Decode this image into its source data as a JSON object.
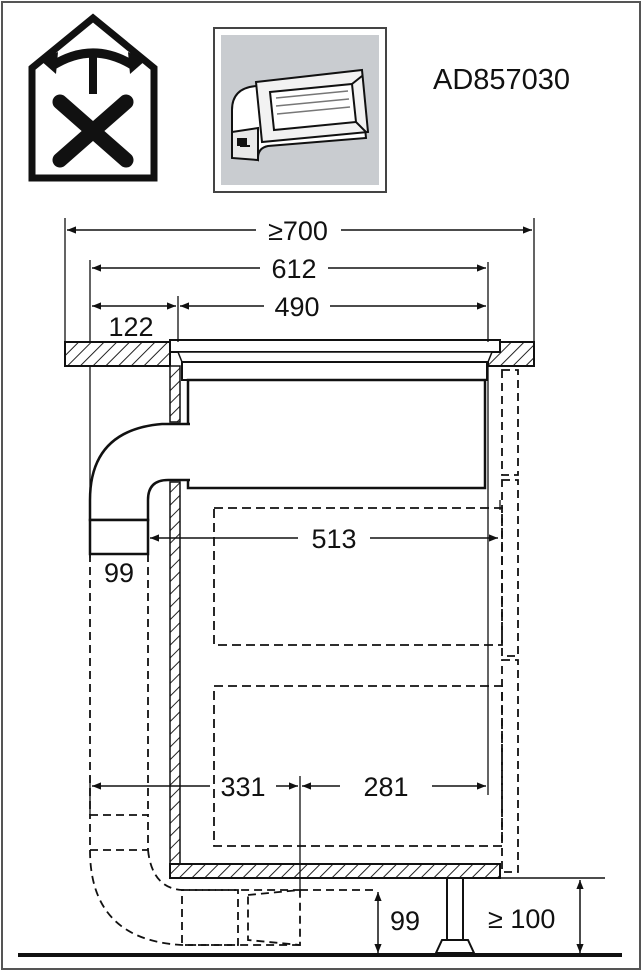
{
  "product_code": "AD857030",
  "dimensions": {
    "total_width": "≥700",
    "cooktop_width": "612",
    "cutout_width": "490",
    "side_offset": "122",
    "duct_width": "99",
    "depth_to_duct": "513",
    "duct_to_mid": "331",
    "mid_to_back": "281",
    "floor_gap": "99",
    "plinth_min": "≥ 100"
  },
  "icons": {
    "left": "house-no-exhaust-recirculation-icon",
    "right": "duct-elbow-accessory-icon"
  }
}
